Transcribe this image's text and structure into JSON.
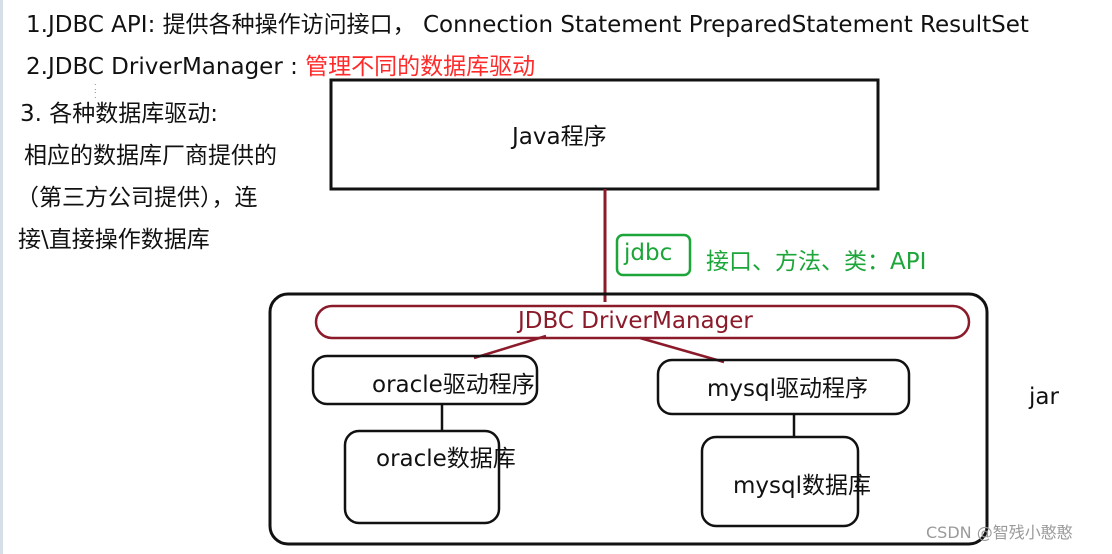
{
  "notes": {
    "line1": "1.JDBC API: 提供各种操作访问接口，  Connection   Statement   PreparedStatement  ResultSet",
    "line2_prefix": "2.JDBC DriverManager :",
    "line2_highlight": "管理不同的数据库驱动",
    "line3": "3. 各种数据库驱动:",
    "line4": "相应的数据库厂商提供的",
    "line5": "（第三方公司提供），连",
    "line6": "接\\直接操作数据库"
  },
  "diagram": {
    "java_program": "Java程序",
    "jdbc_tag": "jdbc",
    "api_label": "接口、方法、类：API",
    "driver_manager": "JDBC DriverManager",
    "oracle_driver": "oracle驱动程序",
    "mysql_driver": "mysql驱动程序",
    "oracle_db": "oracle数据库",
    "mysql_db": "mysql数据库",
    "jar_label": "jar"
  },
  "watermark": "CSDN @智残小憨憨",
  "colors": {
    "highlight": "#ff2a2a",
    "jdbc_green": "#1ca63a",
    "dark_red": "#8b1a2a",
    "ink": "#111111"
  }
}
